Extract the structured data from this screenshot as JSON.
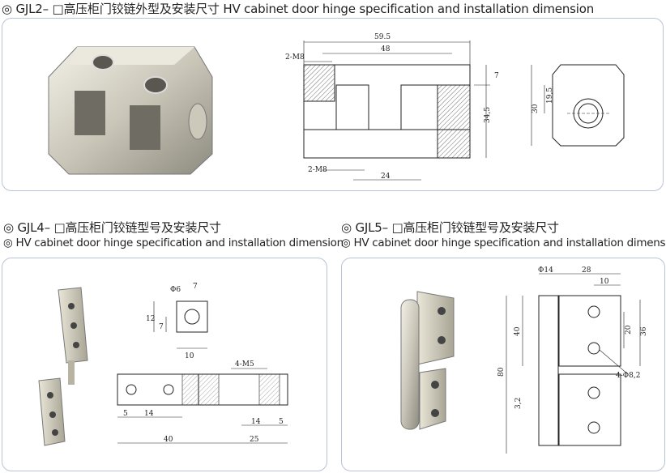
{
  "gjl2": {
    "title": "◎ GJL2– □高压柜门铰链外型及安装尺寸 HV cabinet door hinge specification and installation dimension",
    "dims": {
      "d59_5": "59.5",
      "d48": "48",
      "m8_top": "2-M8",
      "d7": "7",
      "d19_5": "19,5",
      "d30": "30",
      "d34_5": "34,5",
      "m8_bot": "2-M8",
      "d24": "24"
    }
  },
  "gjl4": {
    "title": "◎ GJL4– □高压柜门铰链型号及安装尺寸",
    "subtitle": "◎ HV cabinet door hinge specification and installation dimension",
    "dims": {
      "phi6": "Φ6",
      "d7a": "7",
      "d12": "12",
      "d7b": "7",
      "d10": "10",
      "m5": "4-M5",
      "d5a": "5",
      "d14a": "14",
      "d14b": "14",
      "d5b": "5",
      "d40": "40",
      "d25": "25"
    }
  },
  "gjl5": {
    "title": "◎ GJL5– □高压柜门铰链型号及安装尺寸",
    "subtitle": "◎ HV cabinet door hinge specification and installation dimension",
    "dims": {
      "phi14": "Φ14",
      "d28": "28",
      "d10": "10",
      "d40": "40",
      "d20": "20",
      "d36": "36",
      "phi8_2": "4-Φ8,2",
      "d80": "80",
      "d3_2": "3,2"
    }
  }
}
